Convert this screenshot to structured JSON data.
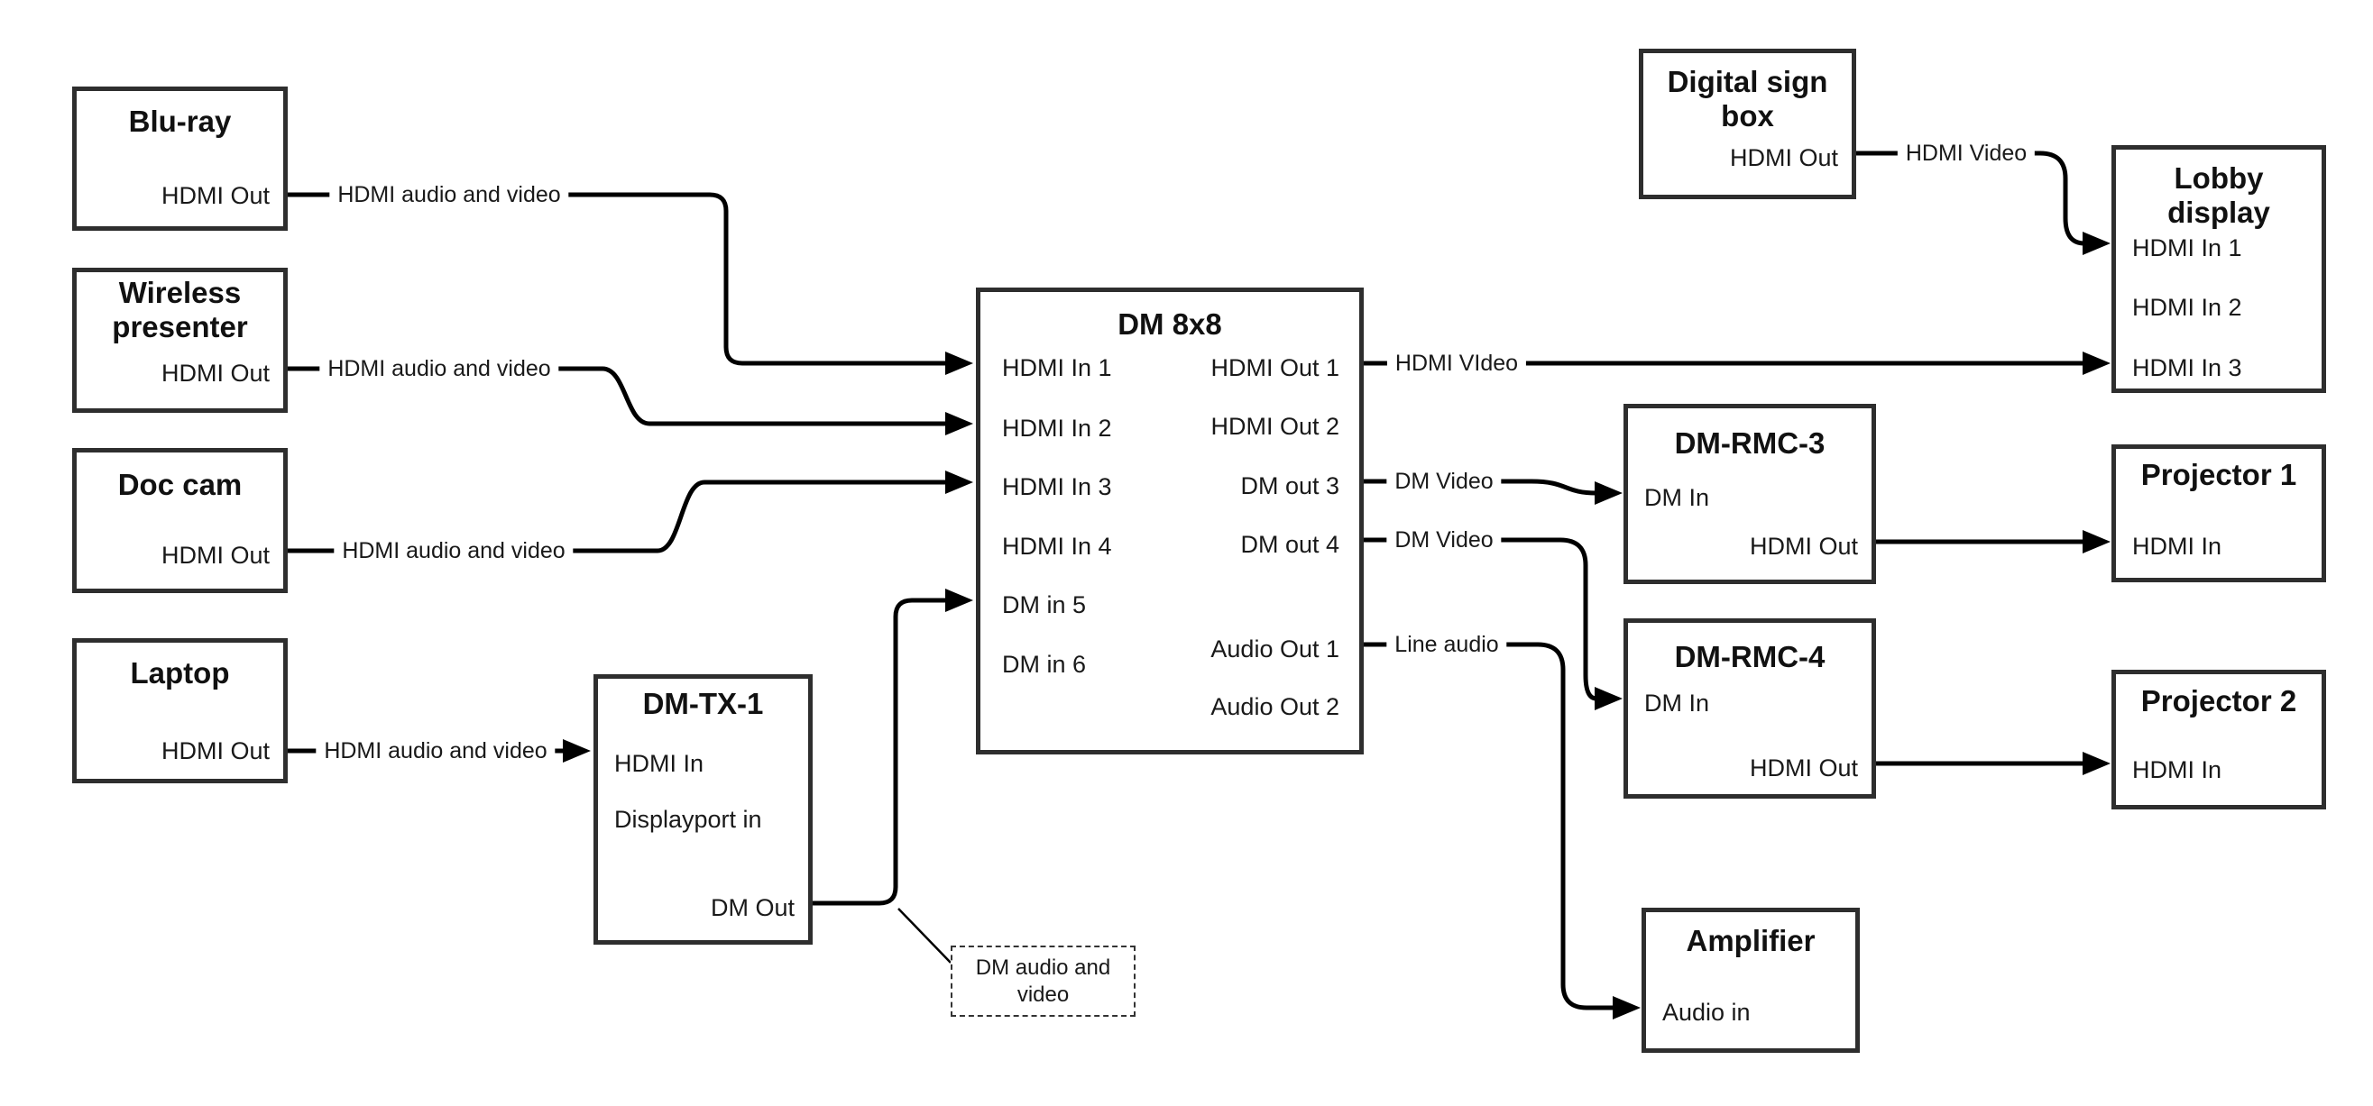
{
  "nodes": {
    "bluray": {
      "title": "Blu-ray",
      "port": "HDMI Out"
    },
    "wireless": {
      "title": "Wireless presenter",
      "port": "HDMI Out"
    },
    "doccam": {
      "title": "Doc cam",
      "port": "HDMI Out"
    },
    "laptop": {
      "title": "Laptop",
      "port": "HDMI Out"
    },
    "dmtx1": {
      "title": "DM-TX-1",
      "ports": {
        "hdmi_in": "HDMI In",
        "dp_in": "Displayport in",
        "dm_out": "DM Out"
      }
    },
    "dm8x8": {
      "title": "DM 8x8",
      "inputs": [
        "HDMI In 1",
        "HDMI In 2",
        "HDMI In 3",
        "HDMI In 4",
        "DM in 5",
        "DM in 6"
      ],
      "outputs": [
        "HDMI Out 1",
        "HDMI Out 2",
        "DM out 3",
        "DM out 4",
        "Audio Out 1",
        "Audio Out 2"
      ]
    },
    "signbox": {
      "title": "Digital sign box",
      "port": "HDMI Out"
    },
    "lobby": {
      "title": "Lobby display",
      "inputs": [
        "HDMI In 1",
        "HDMI In 2",
        "HDMI In 3"
      ]
    },
    "dmrmc3": {
      "title": "DM-RMC-3",
      "ports": {
        "dm_in": "DM In",
        "hdmi_out": "HDMI Out"
      }
    },
    "proj1": {
      "title": "Projector 1",
      "port": "HDMI In"
    },
    "dmrmc4": {
      "title": "DM-RMC-4",
      "ports": {
        "dm_in": "DM In",
        "hdmi_out": "HDMI Out"
      }
    },
    "proj2": {
      "title": "Projector 2",
      "port": "HDMI In"
    },
    "amp": {
      "title": "Amplifier",
      "port": "Audio in"
    }
  },
  "labels": {
    "bluray_link": "HDMI audio and video",
    "wireless_link": "HDMI audio and video",
    "doccam_link": "HDMI audio and video",
    "laptop_link": "HDMI audio and video",
    "hdmi_out1_link": "HDMI VIdeo",
    "signbox_link": "HDMI Video",
    "dmout3_link": "DM Video",
    "dmout4_link": "DM Video",
    "audio_link": "Line audio",
    "note": "DM audio and video"
  },
  "colors": {
    "line": "#000000",
    "border": "#2e2e2e",
    "background": "#ffffff"
  }
}
